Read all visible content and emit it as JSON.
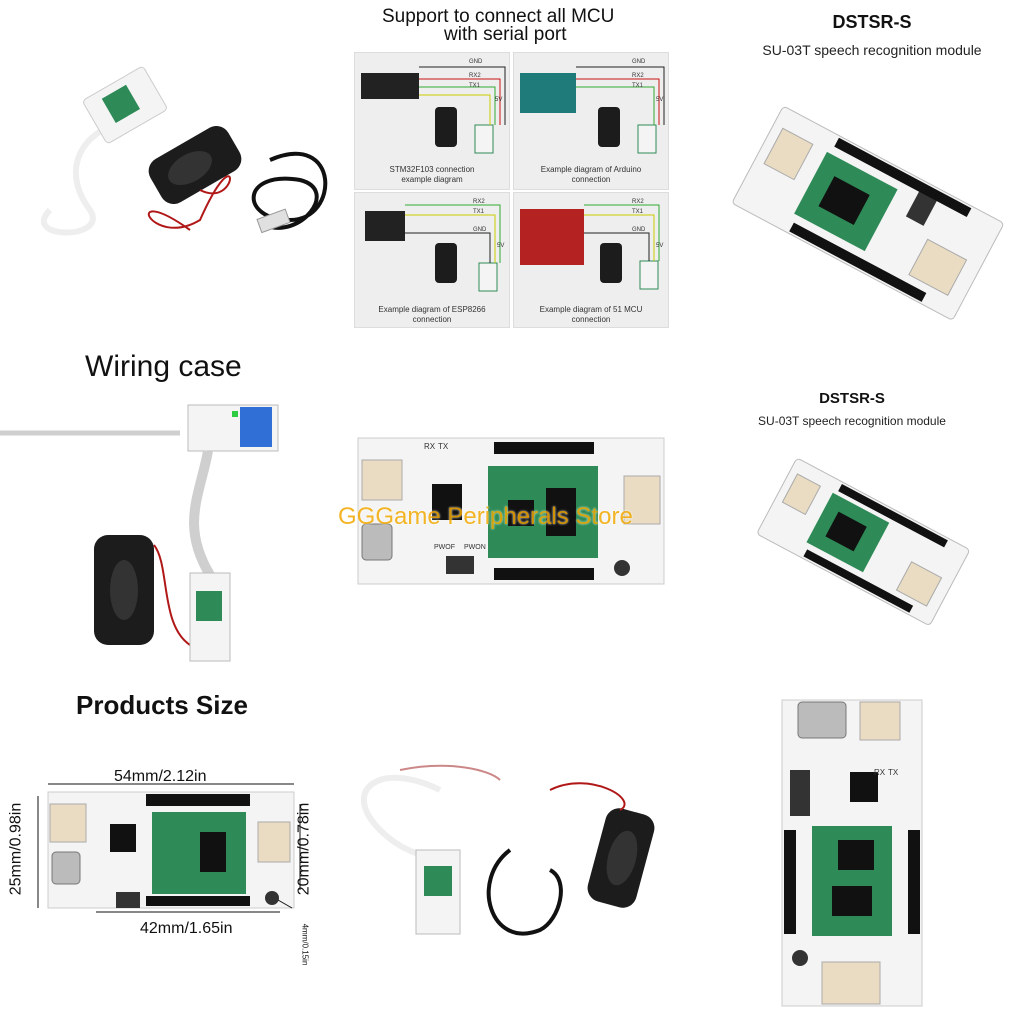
{
  "mcu_section": {
    "title_line1": "Support to connect all MCU",
    "title_line2": "with serial port",
    "diagrams": [
      {
        "caption_line1": "STM32F103 connection",
        "caption_line2": "example diagram",
        "pins": [
          "GND",
          "RX2",
          "TX1",
          "5V"
        ]
      },
      {
        "caption_line1": "Example diagram of Arduino",
        "caption_line2": "connection",
        "pins": [
          "GND",
          "RX2",
          "TX1",
          "5V"
        ]
      },
      {
        "caption_line1": "Example diagram of ESP8266",
        "caption_line2": "connection",
        "pins": [
          "RX2",
          "TX1",
          "GND",
          "5V"
        ]
      },
      {
        "caption_line1": "Example diagram of 51 MCU",
        "caption_line2": "connection",
        "pins": [
          "RX2",
          "TX1",
          "GND",
          "5V"
        ]
      }
    ]
  },
  "product_top": {
    "name": "DSTSR-S",
    "subtitle": "SU-03T speech recognition module"
  },
  "product_mid": {
    "name": "DSTSR-S",
    "subtitle": "SU-03T speech recognition module"
  },
  "wiring": {
    "title": "Wiring case"
  },
  "watermark": "GGGame Peripherals Store",
  "size_section": {
    "title": "Products Size",
    "width_label": "54mm/2.12in",
    "height_left_label": "25mm/0.98in",
    "height_right_label": "20mm/0.78in",
    "hole_spacing_label": "42mm/1.65in",
    "hole_label": "4mm/0.15in"
  },
  "board_silk": {
    "pwof": "PWOF",
    "pwon": "PWON",
    "rx": "RX",
    "tx": "TX"
  },
  "colors": {
    "pcb_white": "#f4f4f4",
    "module_green": "#2e8b57",
    "connector_beige": "#e9dcc3",
    "relay_blue": "#2f6fd6",
    "watermark": "#f2a900"
  }
}
